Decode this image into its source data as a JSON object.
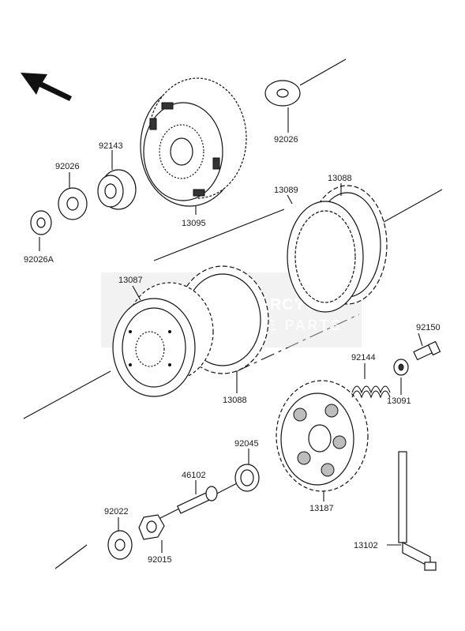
{
  "watermark": {
    "logo_letters": "MS",
    "line1": "MOTORCYCLE",
    "line2": "SPARE PARTS",
    "color": "#e8a07a"
  },
  "callouts": [
    {
      "id": "92026-top",
      "text": "92026"
    },
    {
      "id": "92143",
      "text": "92143"
    },
    {
      "id": "92026-left",
      "text": "92026"
    },
    {
      "id": "92026A",
      "text": "92026A"
    },
    {
      "id": "13095",
      "text": "13095"
    },
    {
      "id": "13089",
      "text": "13089"
    },
    {
      "id": "13088-top",
      "text": "13088"
    },
    {
      "id": "13087",
      "text": "13087"
    },
    {
      "id": "13088-bottom",
      "text": "13088"
    },
    {
      "id": "92150",
      "text": "92150"
    },
    {
      "id": "92144",
      "text": "92144"
    },
    {
      "id": "13091",
      "text": "13091"
    },
    {
      "id": "92045",
      "text": "92045"
    },
    {
      "id": "46102",
      "text": "46102"
    },
    {
      "id": "13187",
      "text": "13187"
    },
    {
      "id": "92022",
      "text": "92022"
    },
    {
      "id": "92015",
      "text": "92015"
    },
    {
      "id": "13102",
      "text": "13102"
    }
  ]
}
